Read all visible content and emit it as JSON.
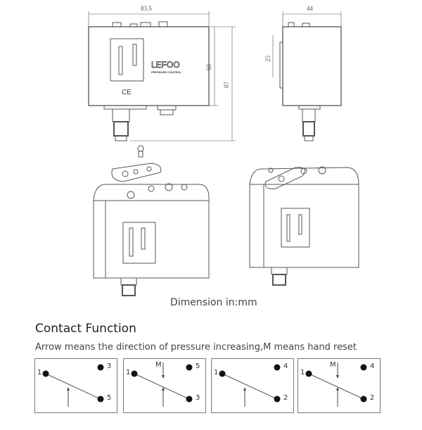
{
  "drawing": {
    "front_width": "83.5",
    "front_height": "60",
    "total_height": "87",
    "side_width": "44",
    "side_offset": "25",
    "brand": "LEFOO",
    "brand_sub": "PRESSURE CONTROL",
    "mark": "CE"
  },
  "caption": "Dimension in:mm",
  "contact_function": {
    "title": "Contact Function",
    "subtitle": "Arrow means the direction of pressure increasing,M means hand reset",
    "diagrams": [
      {
        "common": "1",
        "top": "3",
        "bottom": "5",
        "manual": false,
        "manual_label": ""
      },
      {
        "common": "1",
        "top": "5",
        "bottom": "3",
        "manual": true,
        "manual_label": "M"
      },
      {
        "common": "1",
        "top": "4",
        "bottom": "2",
        "manual": false,
        "manual_label": ""
      },
      {
        "common": "1",
        "top": "4",
        "bottom": "2",
        "manual": true,
        "manual_label": "M"
      }
    ]
  }
}
